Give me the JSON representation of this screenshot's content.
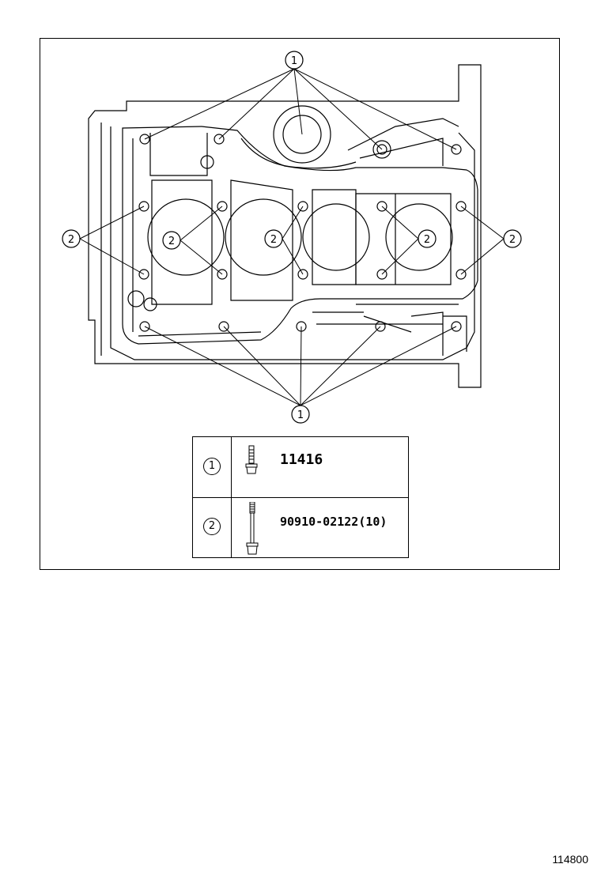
{
  "callouts": {
    "bolt_1": "1",
    "bolt_2": "2"
  },
  "legend": {
    "rows": [
      {
        "ref": "1",
        "part_number": "11416"
      },
      {
        "ref": "2",
        "part_number": "90910-02122(10)"
      }
    ]
  },
  "document_number": "114800"
}
